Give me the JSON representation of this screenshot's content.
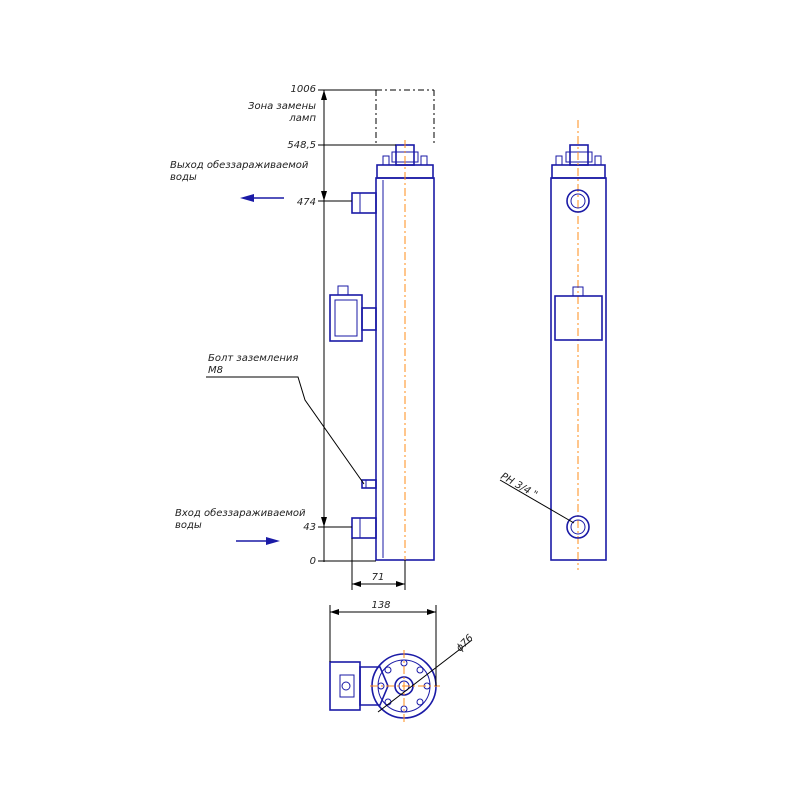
{
  "dimensions": {
    "h_1006": "1006",
    "lamp_zone": [
      "Зона замены",
      "ламп"
    ],
    "h_548": "548,5",
    "h_474": "474",
    "h_43": "43",
    "h_0": "0",
    "w_71": "71",
    "w_138": "138",
    "diam_76": "ϕ76"
  },
  "labels": {
    "outlet": [
      "Выход обеззараживаемой",
      "воды"
    ],
    "inlet": [
      "Вход обеззараживаемой",
      "воды"
    ],
    "ground_bolt": [
      "Болт заземления",
      "М8"
    ],
    "thread": "РН 3/4 \""
  },
  "colors": {
    "body": "#1a1aa6",
    "axis": "#ff8c1a",
    "dimension": "#000000",
    "arrow": "#1a1aa6"
  }
}
